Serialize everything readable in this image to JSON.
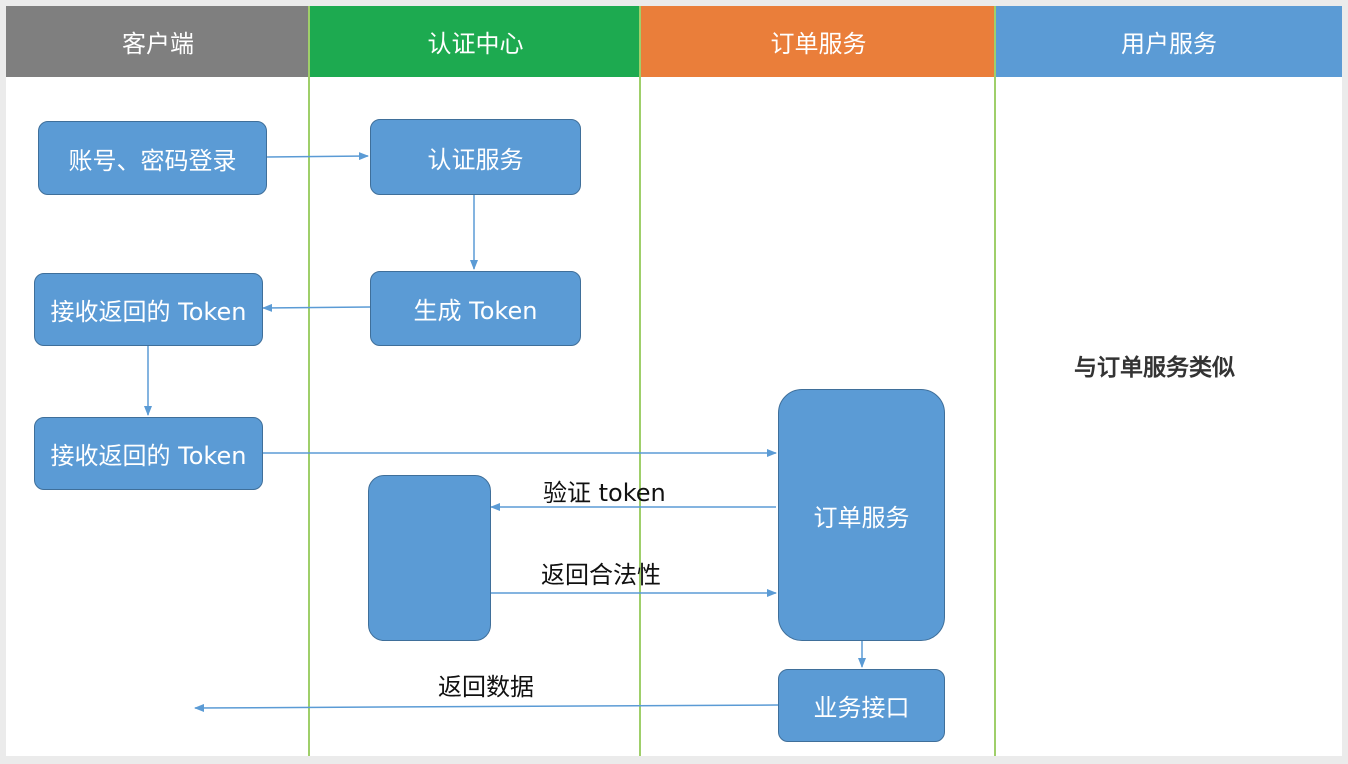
{
  "lanes": [
    {
      "title": "客户端",
      "color": "#7f7f7f"
    },
    {
      "title": "认证中心",
      "color": "#1daa50"
    },
    {
      "title": "订单服务",
      "color": "#ea7e3a"
    },
    {
      "title": "用户服务",
      "color": "#5b9bd5"
    }
  ],
  "nodes": {
    "login": "账号、密码登录",
    "auth_service": "认证服务",
    "generate_token": "生成 Token",
    "receive_token_1": "接收返回的 Token",
    "receive_token_2": "接收返回的 Token",
    "verifier": "",
    "order_service": "订单服务",
    "business_api": "业务接口"
  },
  "edge_labels": {
    "verify": "验证 token",
    "validity": "返回合法性",
    "return_data": "返回数据"
  },
  "note": "与订单服务类似",
  "colors": {
    "node_fill": "#5b9bd5",
    "node_border": "#3f6f9a",
    "arrow": "#5b9bd5",
    "lane_line": "#9fcf6a"
  }
}
